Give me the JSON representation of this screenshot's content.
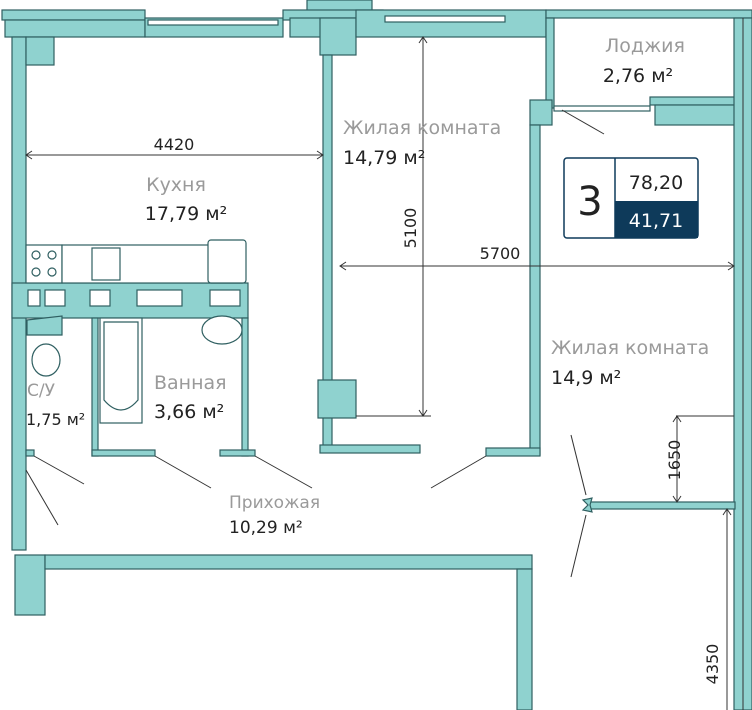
{
  "rooms": {
    "kitchen": {
      "name": "Кухня",
      "area": "17,79 м²"
    },
    "living1": {
      "name": "Жилая комната",
      "area": "14,79 м²"
    },
    "living2": {
      "name": "Жилая комната",
      "area": "14,9 м²"
    },
    "loggia": {
      "name": "Лоджия",
      "area": "2,76 м²"
    },
    "wc": {
      "name": "С/У",
      "area": "1,75 м²"
    },
    "bath": {
      "name": "Ванная",
      "area": "3,66 м²"
    },
    "hall": {
      "name": "Прихожая",
      "area": "10,29 м²"
    }
  },
  "dimensions": {
    "d4420": "4420",
    "d5100": "5100",
    "d5700": "5700",
    "d1650": "1650",
    "d4350": "4350"
  },
  "badge": {
    "rooms": "3",
    "total_area": "78,20",
    "living_area": "41,71"
  },
  "colors": {
    "wall": "#8fd2cf",
    "badge_dark": "#0e3a5a"
  }
}
